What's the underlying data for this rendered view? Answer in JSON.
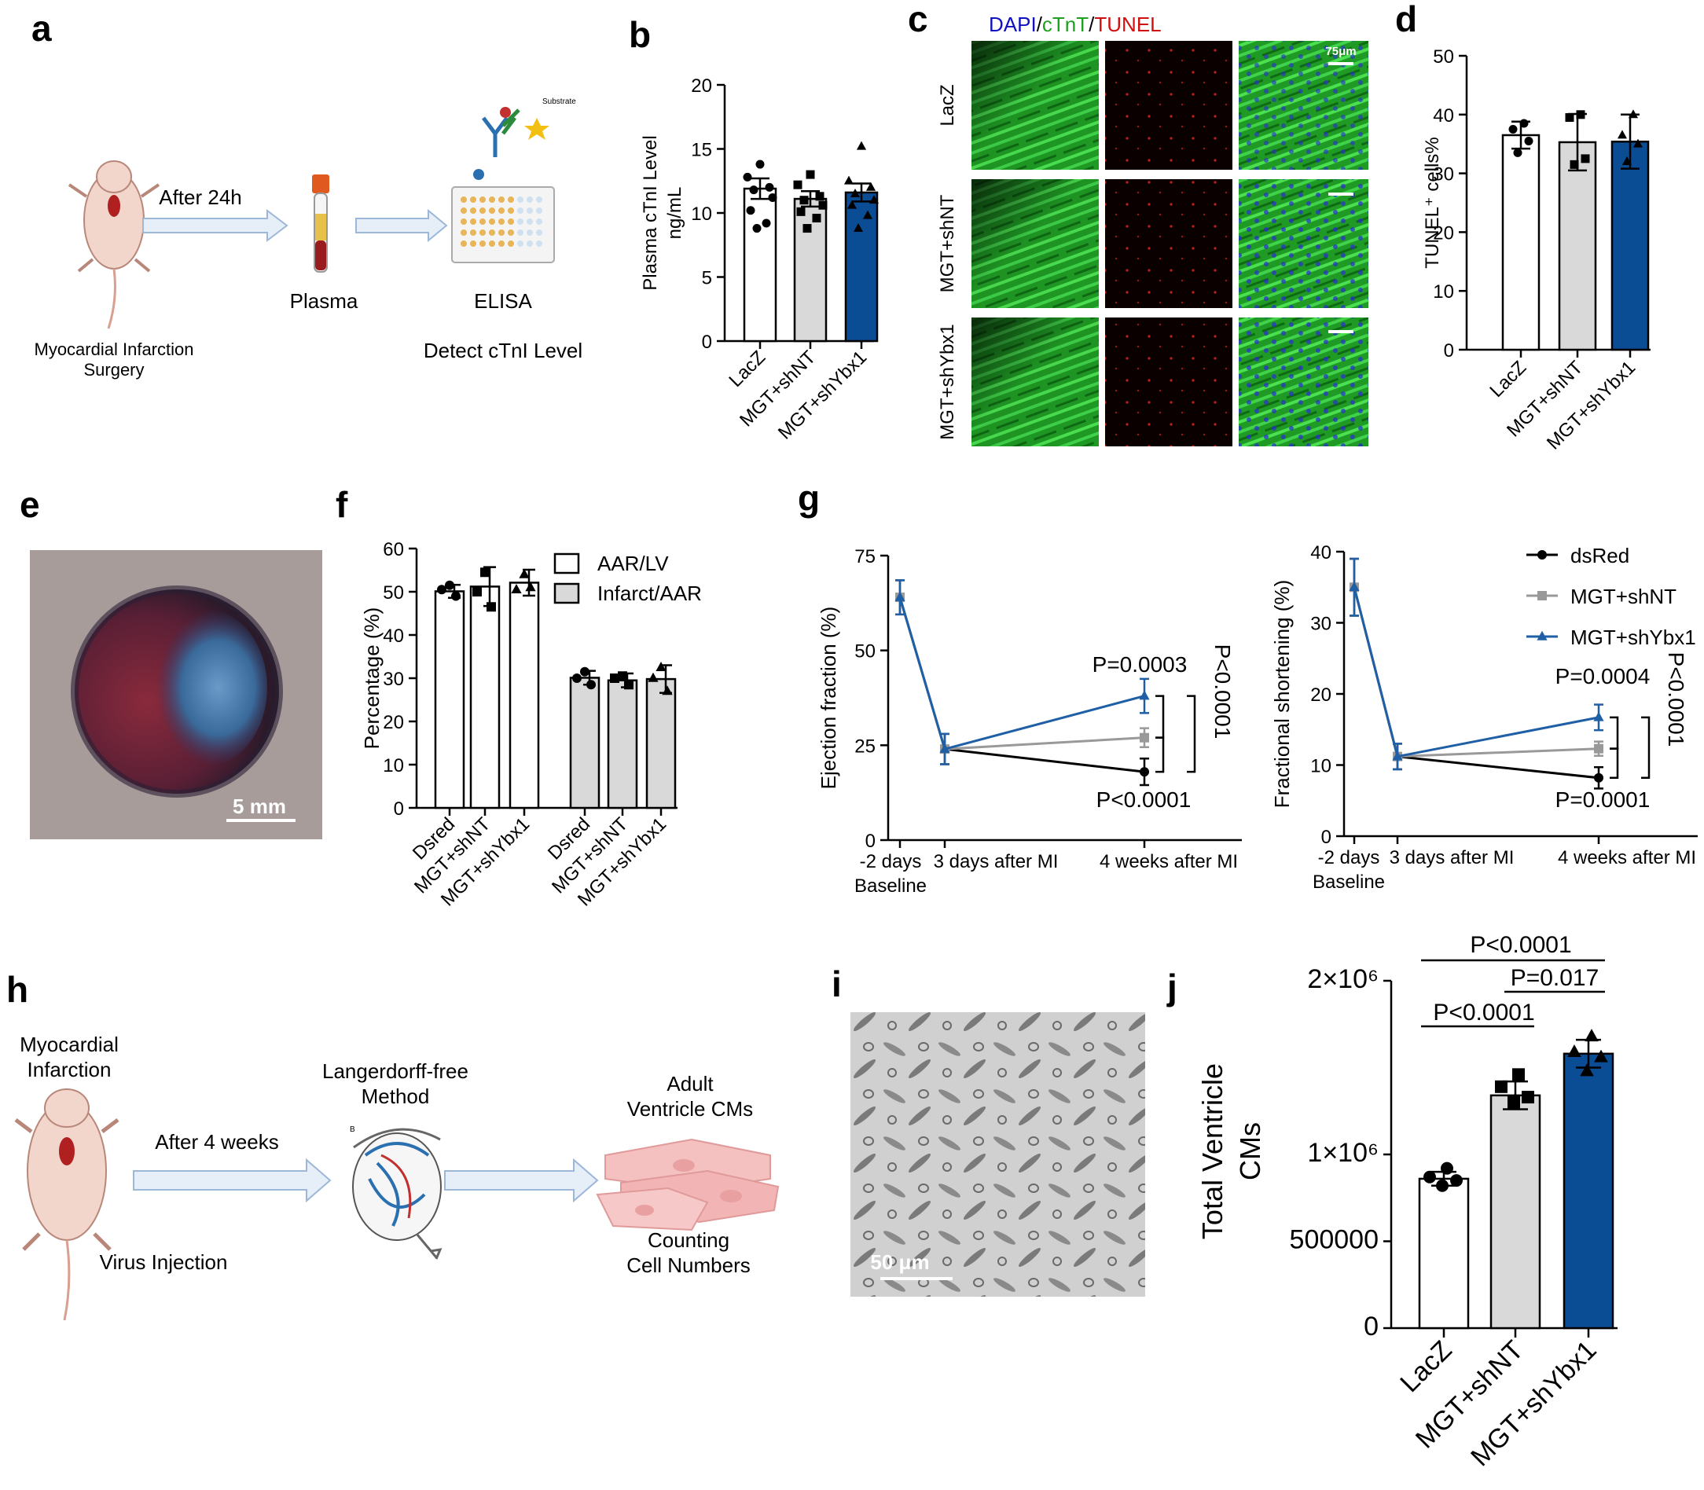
{
  "panel_labels": {
    "a": "a",
    "b": "b",
    "c": "c",
    "d": "d",
    "e": "e",
    "f": "f",
    "g": "g",
    "h": "h",
    "i": "i",
    "j": "j"
  },
  "colors": {
    "white_bar": "#ffffff",
    "grey_bar": "#d9d9d9",
    "blue_bar": "#0b4d94",
    "grey_line": "#999999",
    "blue_line": "#1f5fa5",
    "black": "#000000",
    "dapi": "#1010c0",
    "ctnt": "#20a020",
    "tunel": "#d01010"
  },
  "panel_a": {
    "arrow_text": "After 24h",
    "mouse_caption_1": "Myocardial Infarction",
    "mouse_caption_2": "Surgery",
    "plasma_label": "Plasma",
    "elisa_label": "ELISA",
    "detect_label": "Detect cTnI Level",
    "substrate_label": "Substrate"
  },
  "panel_c": {
    "header_dapi": "DAPI",
    "header_slash1": "/",
    "header_ctnt": "cTnT",
    "header_slash2": "/",
    "header_tunel": "TUNEL",
    "rows": [
      "LacZ",
      "MGT+shNT",
      "MGT+shYbx1"
    ],
    "scale_label": "75μm"
  },
  "panel_e": {
    "scale_label": "5 mm"
  },
  "panel_i": {
    "scale_label": "50 μm"
  },
  "panel_h": {
    "title_1": "Myocardial",
    "title_2": "Infarction",
    "arrow1_text": "After 4 weeks",
    "virus_label": "Virus Injection",
    "method_1": "Langerdorff-free",
    "method_2": "Method",
    "adult_1": "Adult",
    "adult_2": "Ventricle CMs",
    "count_1": "Counting",
    "count_2": "Cell Numbers",
    "sketch_letter": "B"
  },
  "chart_data": [
    {
      "id": "b",
      "type": "bar",
      "ylabel_line1": "Plasma cTnI Level",
      "ylabel_line2": "ng/mL",
      "categories": [
        "LacZ",
        "MGT+shNT",
        "MGT+shYbx1"
      ],
      "values": [
        11.9,
        11.1,
        11.6
      ],
      "errors": [
        0.8,
        0.6,
        0.7
      ],
      "ylim": [
        0,
        20
      ],
      "yticks": [
        0,
        5,
        10,
        15,
        20
      ],
      "points": [
        [
          13.8,
          12.8,
          12.0,
          11.8,
          11.2,
          10.2,
          9.2,
          8.8
        ],
        [
          13.0,
          12.2,
          11.3,
          11.0,
          10.6,
          10.1,
          9.6,
          8.8
        ],
        [
          15.2,
          12.5,
          12.0,
          11.5,
          11.0,
          10.6,
          9.8,
          8.8
        ]
      ]
    },
    {
      "id": "d",
      "type": "bar",
      "ylabel": "TUNEL⁺ cells%",
      "categories": [
        "LacZ",
        "MGT+shNT",
        "MGT+shYbx1"
      ],
      "values": [
        36.5,
        35.3,
        35.4
      ],
      "errors": [
        2.3,
        4.8,
        4.6
      ],
      "ylim": [
        0,
        50
      ],
      "yticks": [
        0,
        10,
        20,
        30,
        40,
        50
      ],
      "points": [
        [
          38.5,
          37.5,
          35.5,
          33.5
        ],
        [
          40.0,
          39.5,
          32.5,
          31.5
        ],
        [
          40.0,
          36.5,
          35.0,
          32.0
        ]
      ]
    },
    {
      "id": "f",
      "type": "bar",
      "ylabel": "Percentage (%)",
      "categories": [
        "Dsred",
        "MGT+shNT",
        "MGT+shYbx1",
        "Dsred",
        "MGT+shNT",
        "MGT+shYbx1"
      ],
      "series": [
        {
          "name": "AAR/LV",
          "values": [
            50.1,
            51.2,
            52.1
          ],
          "errors": [
            1.5,
            4.5,
            3.0
          ],
          "points": [
            [
              51.5,
              50.5,
              49.0
            ],
            [
              54.5,
              50.0,
              46.5
            ],
            [
              54.0,
              50.5,
              51.0
            ]
          ]
        },
        {
          "name": "Infarct/AAR",
          "values": [
            30.1,
            29.5,
            29.8
          ],
          "errors": [
            1.6,
            1.6,
            3.2
          ],
          "points": [
            [
              31.5,
              30.0,
              28.5
            ],
            [
              30.5,
              30.0,
              28.5
            ],
            [
              32.5,
              30.0,
              27.0
            ]
          ]
        }
      ],
      "ylim": [
        0,
        60
      ],
      "yticks": [
        0,
        10,
        20,
        30,
        40,
        50,
        60
      ]
    },
    {
      "id": "g1",
      "type": "line",
      "ylabel": "Ejection fraction (%)",
      "x": [
        "-2 days",
        "3 days after MI",
        "4 weeks after MI"
      ],
      "x_sub": "Baseline",
      "series": [
        {
          "name": "dsRed",
          "values": [
            64,
            24,
            18
          ],
          "errors": [
            4.5,
            4,
            3.5
          ]
        },
        {
          "name": "MGT+shNT",
          "values": [
            64,
            24,
            27
          ],
          "errors": [
            4.5,
            4,
            2.5
          ]
        },
        {
          "name": "MGT+shYbx1",
          "values": [
            64,
            24,
            38
          ],
          "errors": [
            4.5,
            4,
            4.5
          ]
        }
      ],
      "ylim": [
        0,
        75
      ],
      "yticks": [
        0,
        25,
        50,
        75
      ],
      "annotations": [
        "P=0.0003",
        "P<0.0001",
        "P<0.0001"
      ]
    },
    {
      "id": "g2",
      "type": "line",
      "ylabel": "Fractional shortening (%)",
      "x": [
        "-2 days",
        "3 days after MI",
        "4 weeks after MI"
      ],
      "x_sub": "Baseline",
      "series": [
        {
          "name": "dsRed",
          "values": [
            35,
            11.2,
            8.2
          ],
          "errors": [
            4,
            1.8,
            1.5
          ]
        },
        {
          "name": "MGT+shNT",
          "values": [
            35,
            11.2,
            12.3
          ],
          "errors": [
            4,
            1.8,
            1.0
          ]
        },
        {
          "name": "MGT+shYbx1",
          "values": [
            35,
            11.2,
            16.7
          ],
          "errors": [
            4,
            1.8,
            1.8
          ]
        }
      ],
      "ylim": [
        0,
        40
      ],
      "yticks": [
        0,
        10,
        20,
        30,
        40
      ],
      "annotations": [
        "P=0.0004",
        "P=0.0001",
        "P<0.0001"
      ]
    },
    {
      "id": "j",
      "type": "bar",
      "ylabel_line1": "Total Ventricle",
      "ylabel_line2": "CMs",
      "categories": [
        "LacZ",
        "MGT+shNT",
        "MGT+shYbx1"
      ],
      "values": [
        860000,
        1340000,
        1580000
      ],
      "errors": [
        40000,
        80000,
        80000
      ],
      "ylim": [
        0,
        2000000
      ],
      "yticks": [
        0,
        500000,
        1000000,
        2000000
      ],
      "ytick_labels": [
        "0",
        "500000",
        "1×10⁶",
        "2×10⁶"
      ],
      "points": [
        [
          920000,
          870000,
          850000,
          820000
        ],
        [
          1460000,
          1390000,
          1330000,
          1300000
        ],
        [
          1680000,
          1590000,
          1560000,
          1480000
        ]
      ],
      "annotations": [
        "P<0.0001",
        "P=0.017",
        "P<0.0001"
      ]
    }
  ]
}
